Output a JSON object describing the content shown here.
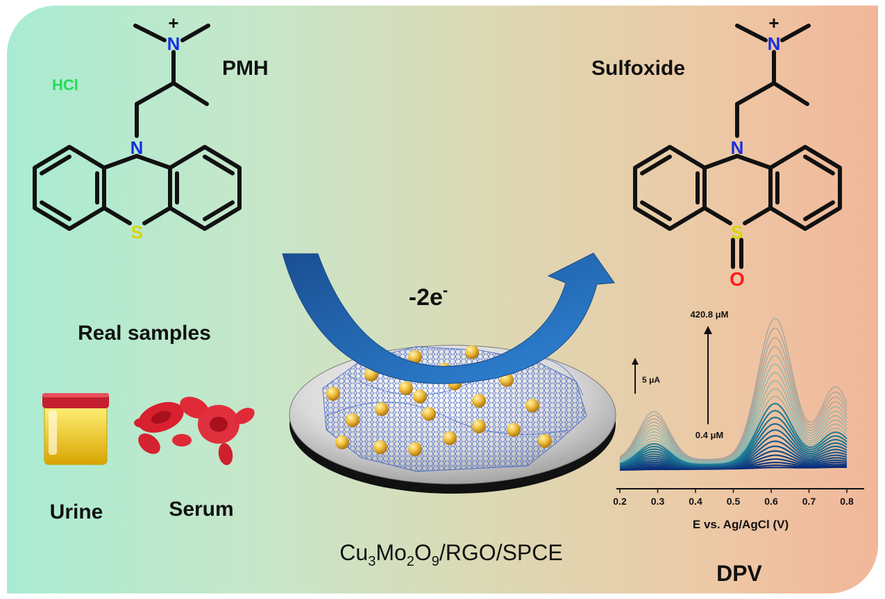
{
  "left_molecule": {
    "name": "PMH",
    "salt": "HCl",
    "atom_N_amine": "N",
    "atom_N_ring": "N",
    "atom_S": "S",
    "charge": "+"
  },
  "right_molecule": {
    "name": "Sulfoxide",
    "atom_N_amine": "N",
    "atom_N_ring": "N",
    "atom_S": "S",
    "atom_O": "O",
    "charge": "+"
  },
  "reaction": {
    "label_main": "-2e",
    "label_sup": "-"
  },
  "samples": {
    "title": "Real samples",
    "urine": "Urine",
    "serum": "Serum"
  },
  "electrode": {
    "formula": {
      "cu": "Cu",
      "cu_sub": "3",
      "mo": "Mo",
      "mo_sub": "2",
      "o": "O",
      "o_sub": "9",
      "rest": "/RGO/SPCE"
    }
  },
  "dpv": {
    "caption": "DPV"
  },
  "colors": {
    "nitrogen": "#1530e0",
    "sulfur": "#d6d600",
    "oxygen": "#ff1a1a",
    "hcl": "#22dd55",
    "arrow": "#1f5fa8"
  },
  "chart_data": {
    "type": "line",
    "xlabel": "E vs. Ag/AgCl (V)",
    "ylabel": "",
    "xlim": [
      0.2,
      0.8
    ],
    "x_ticks": [
      "0.2",
      "0.3",
      "0.4",
      "0.5",
      "0.6",
      "0.7",
      "0.8"
    ],
    "annotations": {
      "high": "420.8 μM",
      "low": "0.4 μM",
      "scale": "5 μA"
    },
    "peak_potentials": [
      0.29,
      0.61,
      0.77
    ],
    "series_count": 24,
    "max_peak_current_relative": 1.0
  }
}
